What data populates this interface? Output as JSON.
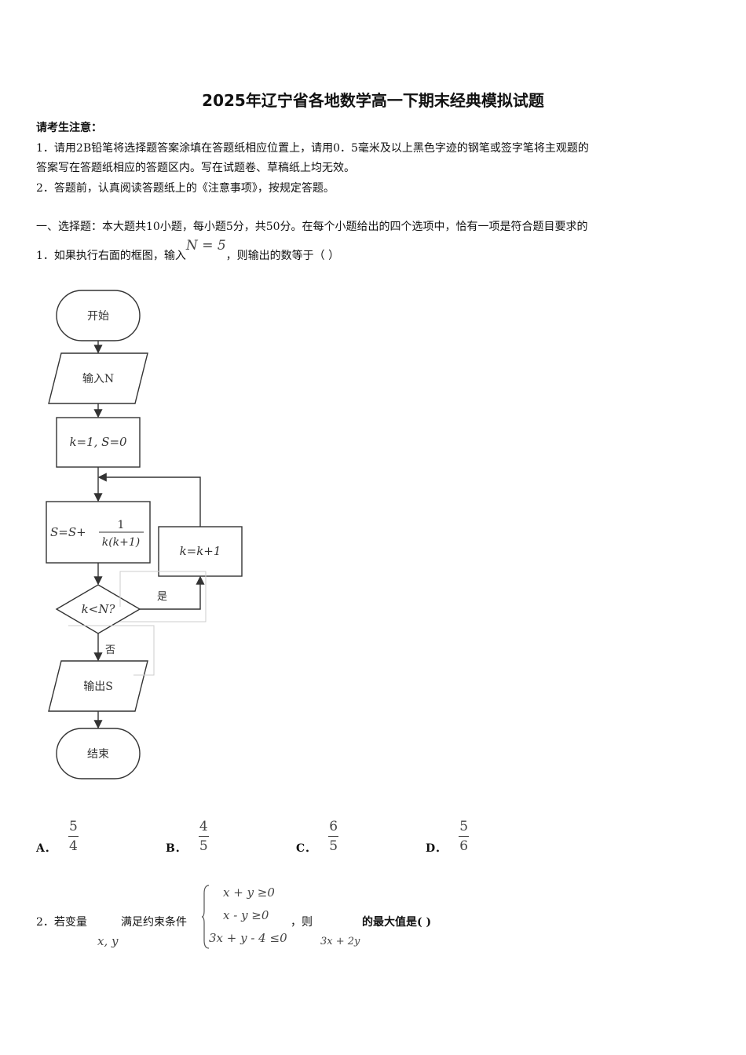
{
  "title": "2025年辽宁省各地数学高一下期末经典模拟试题",
  "notice": {
    "heading": "请考生注意：",
    "item1_line1": "1．请用2B铅笔将选择题答案涂填在答题纸相应位置上，请用0．5毫米及以上黑色字迹的钢笔或签字笔将主观题的",
    "item1_line2": "答案写在答题纸相应的答题区内。写在试题卷、草稿纸上均无效。",
    "item2": "2．答题前，认真阅读答题纸上的《注意事项》，按规定答题。"
  },
  "section1": "一、选择题：本大题共10小题，每小题5分，共50分。在每个小题给出的四个选项中，恰有一项是符合题目要求的",
  "q1": {
    "prefix": "1．如果执行右面的框图，输入",
    "math": "N = 5",
    "suffix": "，则输出的数等于（ ）",
    "flowchart": {
      "start": "开始",
      "input": "输入N",
      "init": "k=1, S=0",
      "update": "S=S+",
      "frac_num": "1",
      "frac_den": "k(k+1)",
      "increment": "k=k+1",
      "condition": "k<N?",
      "yes": "是",
      "no": "否",
      "output": "输出S",
      "end": "结束"
    },
    "options": [
      {
        "label": "A．",
        "num": "5",
        "den": "4"
      },
      {
        "label": "B．",
        "num": "4",
        "den": "5"
      },
      {
        "label": "C．",
        "num": "6",
        "den": "5"
      },
      {
        "label": "D．",
        "num": "5",
        "den": "6"
      }
    ]
  },
  "q2": {
    "prefix": "2．若变量",
    "middle": "满足约束条件",
    "after": "，则",
    "suffix": "的最大值是(  )",
    "vars": "x, y",
    "constraints": [
      "x + y ≥0",
      "x -  y ≥0",
      "3x + y -  4 ≤0"
    ],
    "objective": "3x + 2y"
  }
}
